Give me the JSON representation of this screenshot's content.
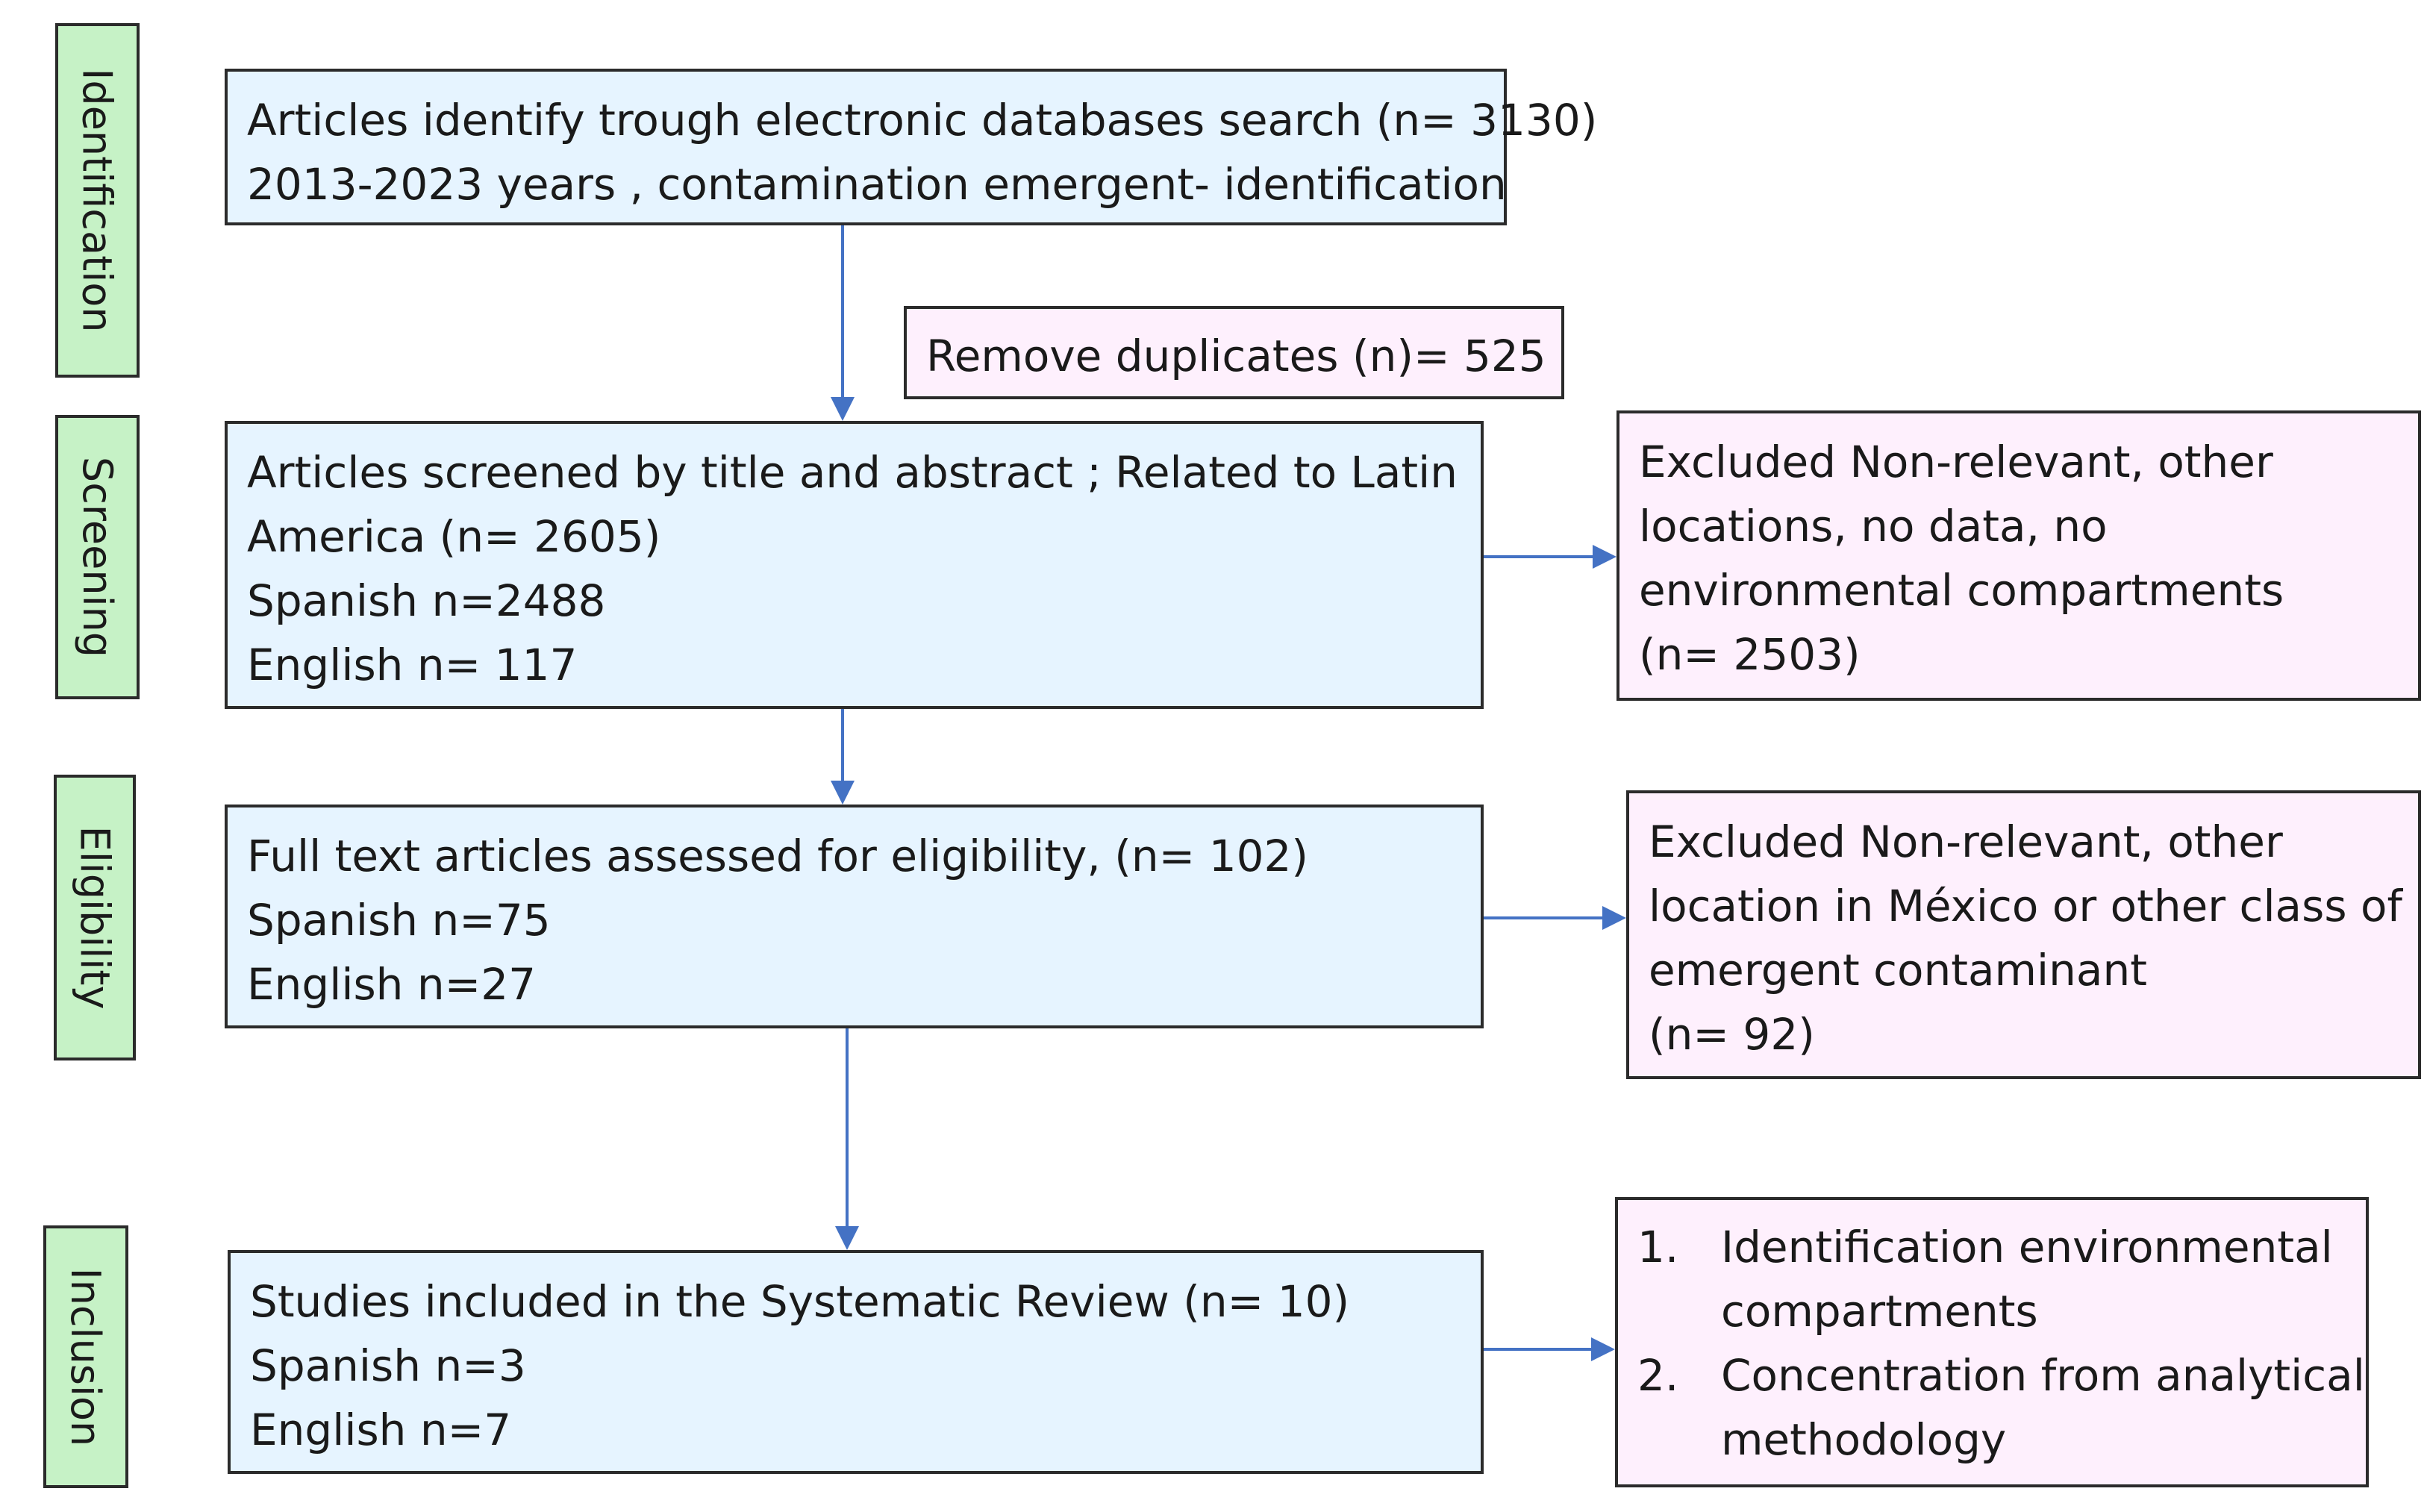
{
  "phases": {
    "identification": "Identification",
    "screening": "Screening",
    "eligibility": "Eligibility",
    "inclusion": "Inclusion"
  },
  "boxes": {
    "identification": {
      "line1": "Articles identify trough electronic databases search (n= 3130)",
      "line2": "2013-2023 years , contamination emergent- identification"
    },
    "duplicates": {
      "text": "Remove duplicates (n)= 525"
    },
    "screening": {
      "line1": "Articles screened by title and abstract ; Related to Latin",
      "line2": "America (n= 2605)",
      "line3": "Spanish n=2488",
      "line4": "English n= 117"
    },
    "excluded_screening": {
      "line1": "Excluded Non-relevant, other",
      "line2": "locations, no data, no",
      "line3": "environmental compartments",
      "line4": "(n= 2503)"
    },
    "eligibility": {
      "line1": "Full text articles assessed for eligibility, (n= 102)",
      "line2": "Spanish n=75",
      "line3": "English n=27"
    },
    "excluded_eligibility": {
      "line1": "Excluded Non-relevant, other",
      "line2": "location in México or other class of",
      "line3": "emergent contaminant",
      "line4": "(n= 92)"
    },
    "inclusion": {
      "line1": "Studies included in the Systematic Review (n= 10)",
      "line2": "Spanish n=3",
      "line3": "English n=7"
    },
    "outcomes": {
      "items": [
        {
          "num": "1.",
          "line1": "Identification environmental",
          "line2": "compartments"
        },
        {
          "num": "2.",
          "line1": "Concentration from analytical",
          "line2": "methodology"
        }
      ]
    }
  },
  "colors": {
    "phase_fill": "#c6f2c6",
    "main_fill": "#e6f4ff",
    "side_fill": "#fef0fd",
    "arrow": "#4472c4"
  }
}
